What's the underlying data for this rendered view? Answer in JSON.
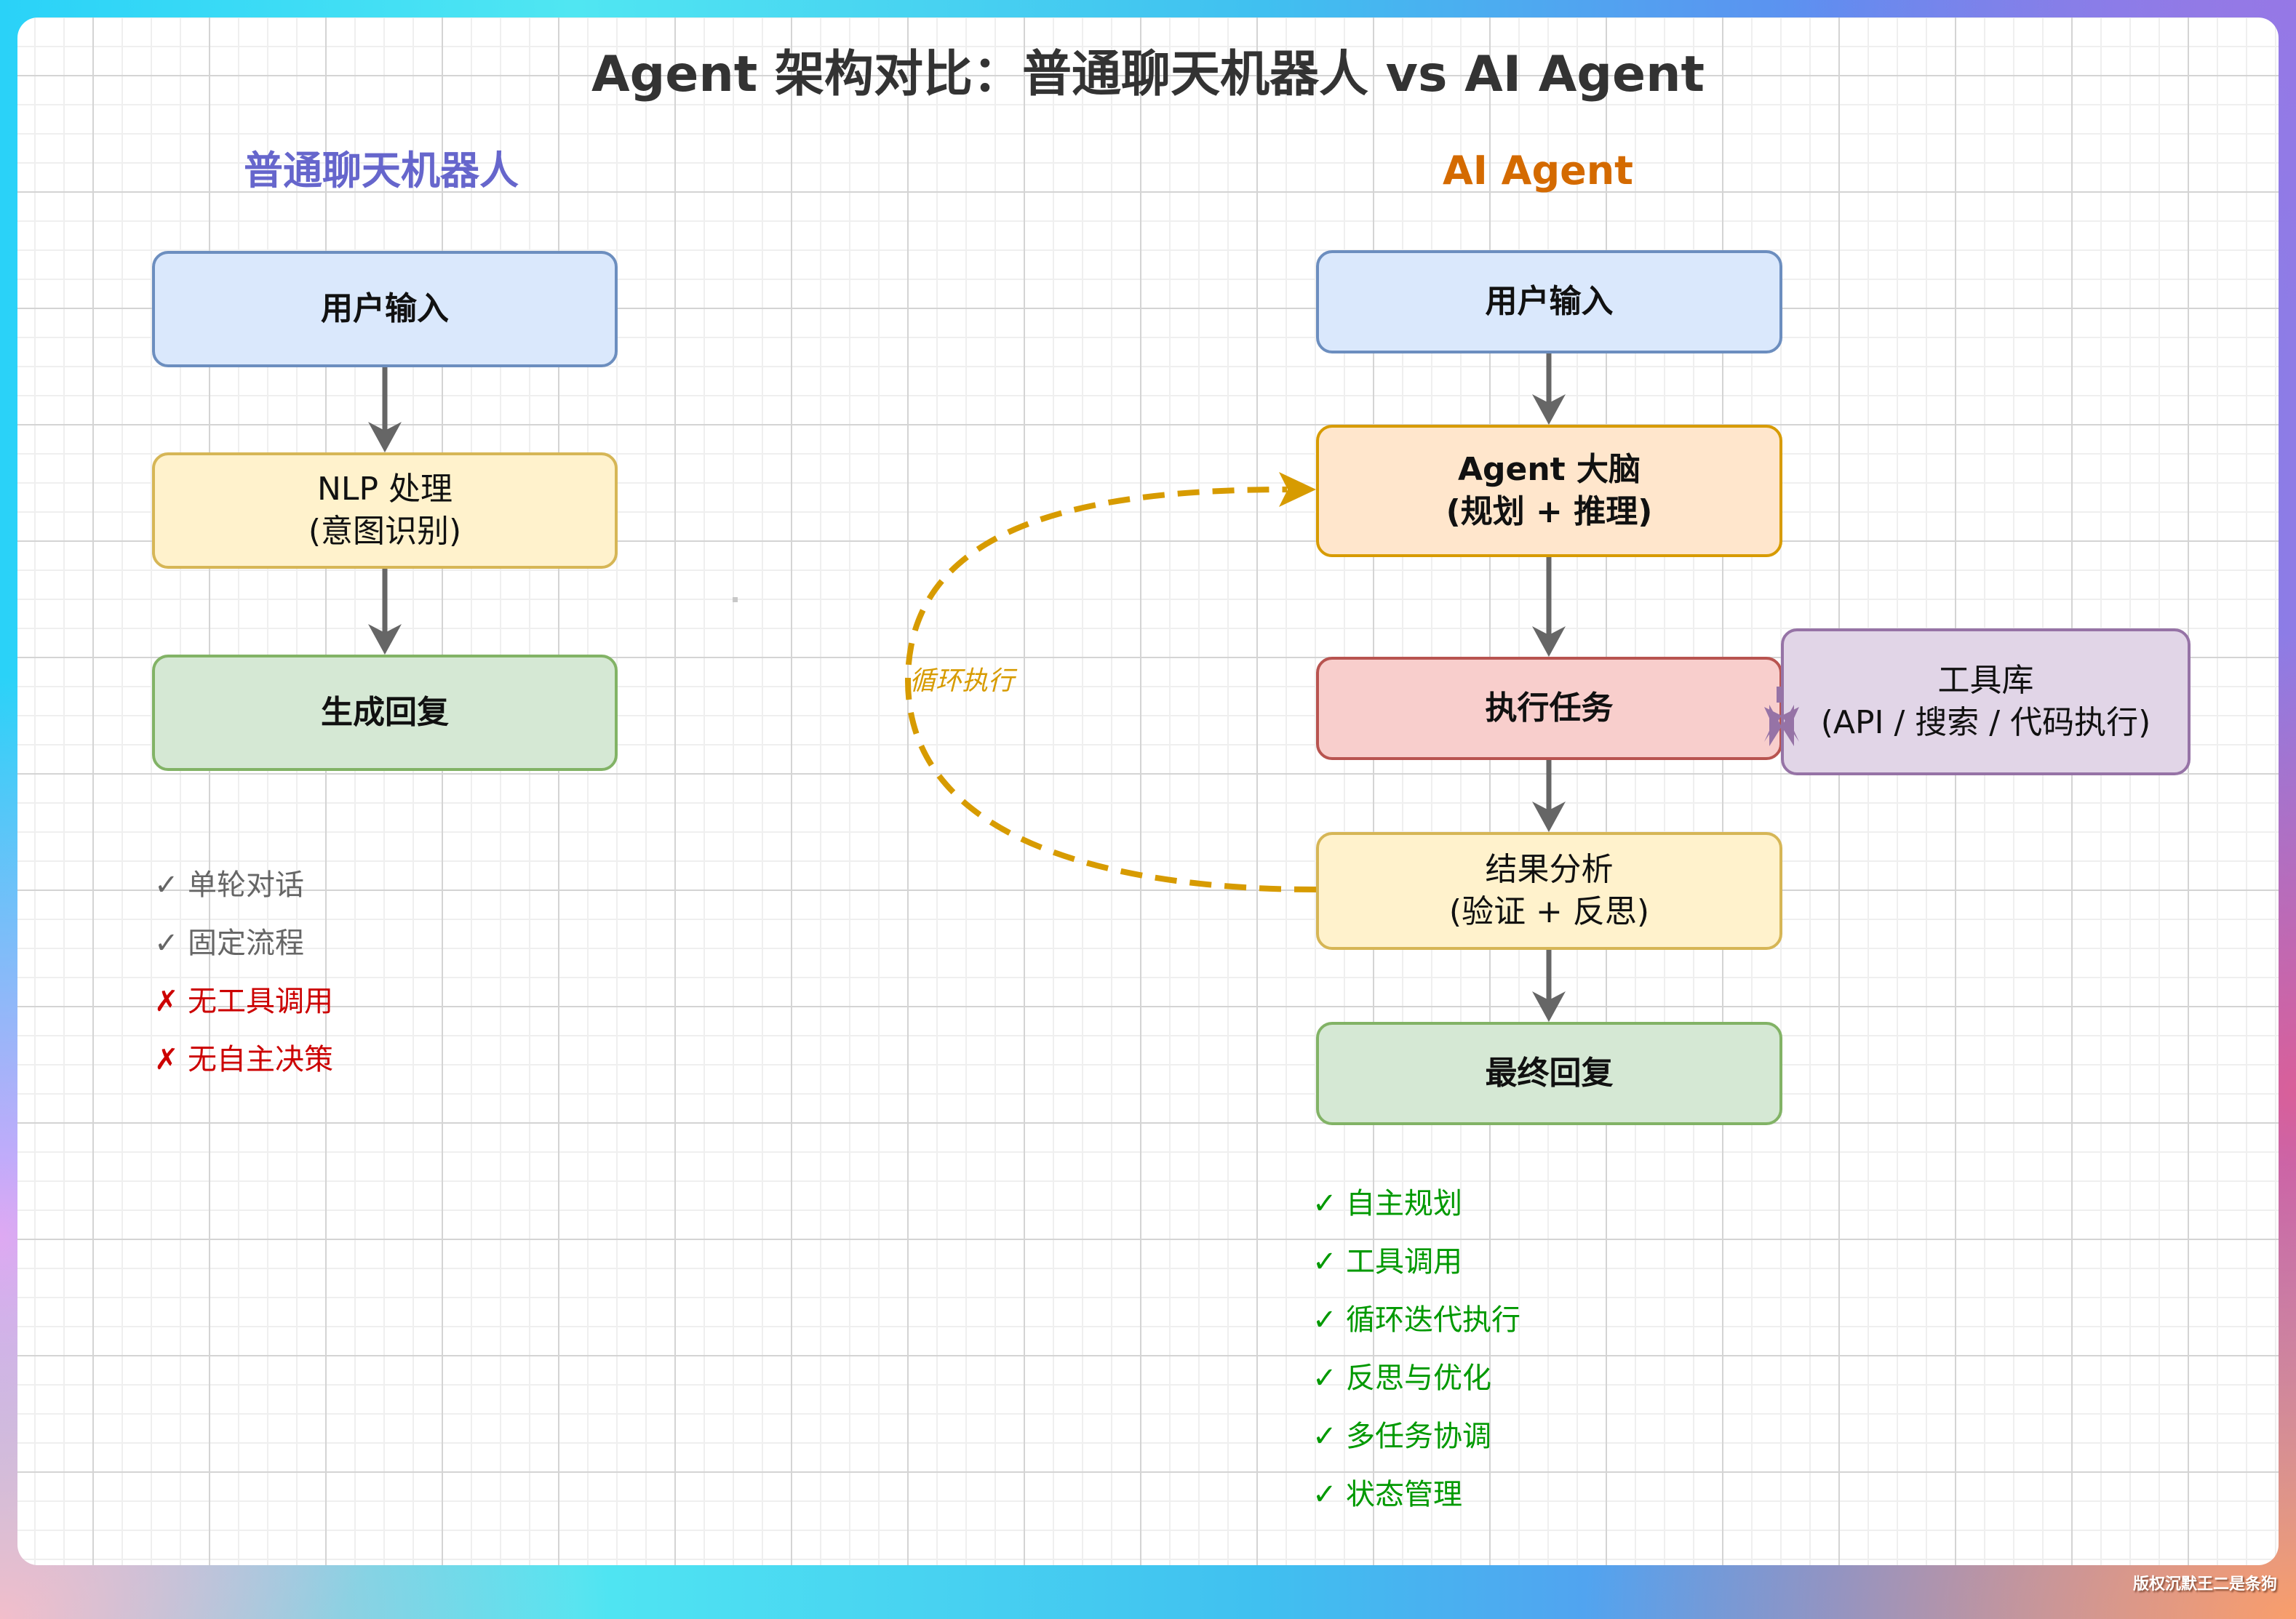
{
  "title": "Agent 架构对比：普通聊天机器人 vs AI Agent",
  "colors": {
    "left_heading": "#6666cc",
    "right_heading": "#d46a00",
    "arrow": "#666666",
    "loop": "#d79b00",
    "tool_link": "#9673a6",
    "check_gray": "#666666",
    "cross_red": "#cc0000",
    "check_green": "#009900"
  },
  "chatbot": {
    "heading": "普通聊天机器人",
    "nodes": [
      {
        "id": "user-input",
        "lines": [
          "用户输入"
        ],
        "style": "blue"
      },
      {
        "id": "nlp",
        "lines": [
          "NLP 处理",
          "(意图识别)"
        ],
        "style": "yellow"
      },
      {
        "id": "reply",
        "lines": [
          "生成回复"
        ],
        "style": "green"
      }
    ],
    "features": [
      {
        "mark": "✓",
        "text": "单轮对话",
        "kind": "gray"
      },
      {
        "mark": "✓",
        "text": "固定流程",
        "kind": "gray"
      },
      {
        "mark": "✗",
        "text": "无工具调用",
        "kind": "bad"
      },
      {
        "mark": "✗",
        "text": "无自主决策",
        "kind": "bad"
      }
    ]
  },
  "agent": {
    "heading": "AI Agent",
    "nodes": [
      {
        "id": "user-input",
        "lines": [
          "用户输入"
        ],
        "style": "blue"
      },
      {
        "id": "brain",
        "lines": [
          "Agent 大脑",
          "(规划 + 推理)"
        ],
        "style": "orange"
      },
      {
        "id": "execute",
        "lines": [
          "执行任务"
        ],
        "style": "red"
      },
      {
        "id": "analyze",
        "lines": [
          "结果分析",
          "(验证 + 反思)"
        ],
        "style": "yellow"
      },
      {
        "id": "final",
        "lines": [
          "最终回复"
        ],
        "style": "green"
      }
    ],
    "tool_node": {
      "lines": [
        "工具库",
        "(API / 搜索 / 代码执行)"
      ],
      "style": "purple"
    },
    "loop_label": "循环执行",
    "features": [
      {
        "mark": "✓",
        "text": "自主规划",
        "kind": "good"
      },
      {
        "mark": "✓",
        "text": "工具调用",
        "kind": "good"
      },
      {
        "mark": "✓",
        "text": "循环迭代执行",
        "kind": "good"
      },
      {
        "mark": "✓",
        "text": "反思与优化",
        "kind": "good"
      },
      {
        "mark": "✓",
        "text": "多任务协调",
        "kind": "good"
      },
      {
        "mark": "✓",
        "text": "状态管理",
        "kind": "good"
      }
    ]
  },
  "watermark": "版权沉默王二是条狗"
}
